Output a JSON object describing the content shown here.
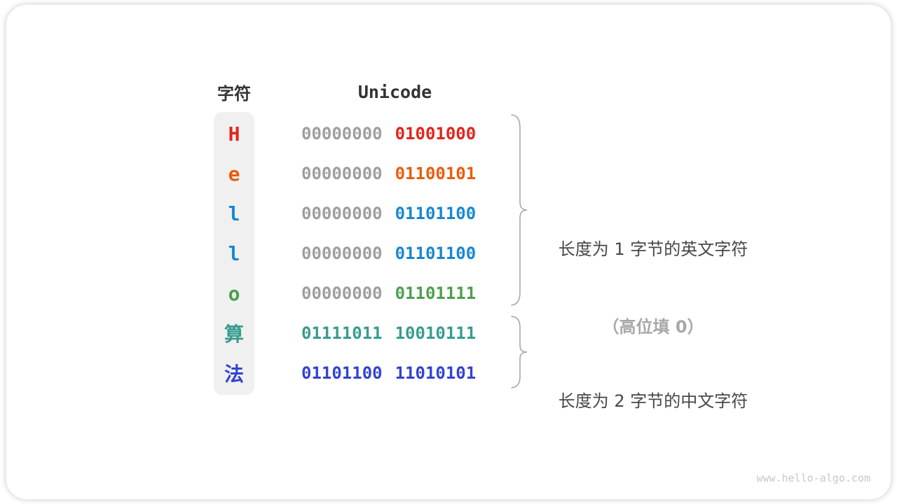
{
  "figure": {
    "headers": {
      "char": "字符",
      "unicode": "Unicode"
    },
    "rows": [
      {
        "char": "H",
        "color": "red",
        "byte1": "00000000",
        "byte2": "01001000",
        "byte1_color": "gray",
        "byte2_color": "red"
      },
      {
        "char": "e",
        "color": "orange",
        "byte1": "00000000",
        "byte2": "01100101",
        "byte1_color": "gray",
        "byte2_color": "orange"
      },
      {
        "char": "l",
        "color": "blue",
        "byte1": "00000000",
        "byte2": "01101100",
        "byte1_color": "gray",
        "byte2_color": "blue"
      },
      {
        "char": "l",
        "color": "blue",
        "byte1": "00000000",
        "byte2": "01101100",
        "byte1_color": "gray",
        "byte2_color": "blue"
      },
      {
        "char": "o",
        "color": "green",
        "byte1": "00000000",
        "byte2": "01101111",
        "byte1_color": "gray",
        "byte2_color": "green"
      },
      {
        "char": "算",
        "color": "teal",
        "byte1": "01111011",
        "byte2": "10010111",
        "byte1_color": "teal",
        "byte2_color": "teal"
      },
      {
        "char": "法",
        "color": "royal",
        "byte1": "01101100",
        "byte2": "11010101",
        "byte1_color": "royal",
        "byte2_color": "royal"
      }
    ],
    "groups": [
      {
        "line1": "长度为 1 字节的英文字符",
        "line2": "（高位填 0）"
      },
      {
        "line1": "长度为 2 字节的中文字符"
      }
    ],
    "colors": {
      "red": "#e2251c",
      "orange": "#ea5d0d",
      "blue": "#1887d2",
      "green": "#4da04d",
      "teal": "#379c8e",
      "royal": "#3343d1",
      "gray": "#9e9e9e"
    },
    "watermark": "www.hello-algo.com"
  }
}
